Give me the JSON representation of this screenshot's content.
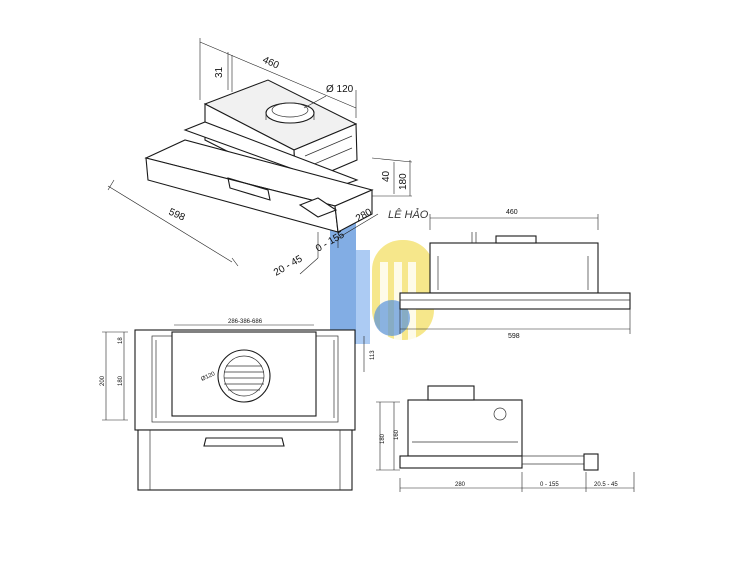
{
  "watermark": {
    "text": "LÊ HẢO",
    "brand_blue": "#3b7fd6",
    "brand_yellow": "#f1d94a"
  },
  "iso_view": {
    "dim_width": "460",
    "dim_depth_top": "31",
    "dim_duct": "Ø 120",
    "dim_h40": "40",
    "dim_h180": "180",
    "dim_280": "280",
    "dim_598": "598",
    "dim_0_155": "0 - 155",
    "dim_20_45": "20 - 45"
  },
  "front_view": {
    "dim_top": "460",
    "dim_bottom": "598"
  },
  "bottom_view": {
    "dim_range": "286-386-686",
    "dim_200": "200",
    "dim_180": "180",
    "dim_18": "18",
    "dim_113": "113",
    "dim_duct": "Ø120"
  },
  "side_view": {
    "dim_180": "180",
    "dim_160": "160",
    "dim_280": "280",
    "dim_0_155": "0 - 155",
    "dim_20_45": "20.5 - 45"
  }
}
